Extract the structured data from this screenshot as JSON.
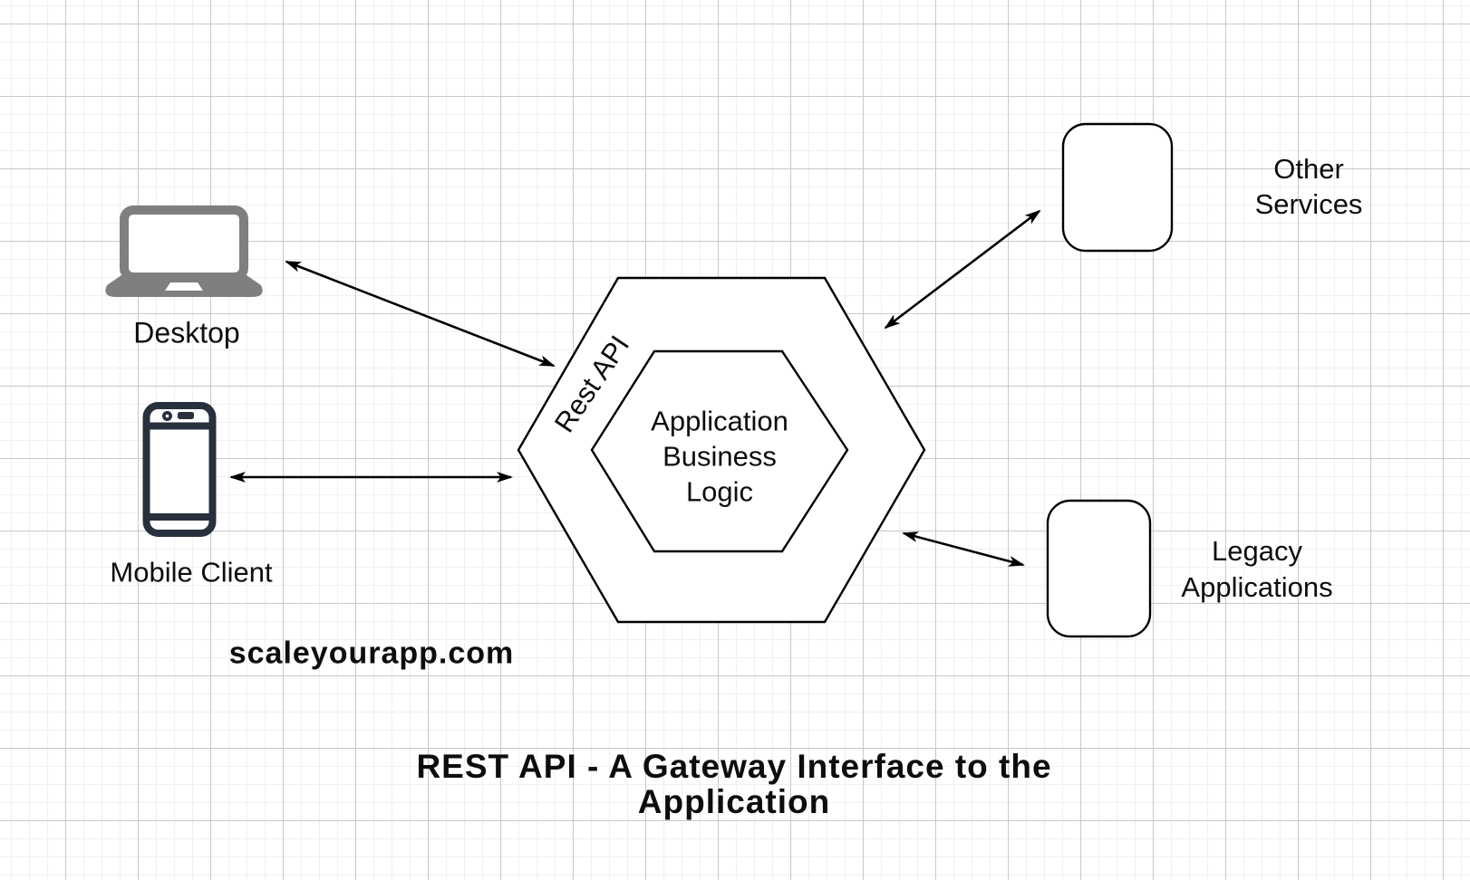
{
  "title": {
    "text": "REST API - A Gateway Interface to the Application"
  },
  "watermark": {
    "text": "scaleyourapp.com"
  },
  "nodes": {
    "desktop": {
      "label": "Desktop",
      "icon": "laptop-icon"
    },
    "mobile_client": {
      "label": "Mobile Client",
      "icon": "smartphone-icon"
    },
    "gateway": {
      "edge_label": "Rest API",
      "core_label": "Application\nBusiness\nLogic"
    },
    "other_services": {
      "label": "Other Services"
    },
    "legacy_applications": {
      "label": "Legacy\nApplications"
    }
  },
  "connections": [
    {
      "from": "desktop",
      "to": "gateway",
      "style": "double-arrow"
    },
    {
      "from": "mobile_client",
      "to": "gateway",
      "style": "double-arrow"
    },
    {
      "from": "gateway",
      "to": "other_services",
      "style": "double-arrow"
    },
    {
      "from": "gateway",
      "to": "legacy_applications",
      "style": "double-arrow"
    }
  ],
  "colors": {
    "stroke": "#000000",
    "laptop_gray": "#7f7f7f",
    "phone_navy": "#28303e",
    "background": "#ffffff",
    "grid_minor": "#f0f0f2",
    "grid_major": "#c9c9c9",
    "text": "#0d0d0d"
  }
}
